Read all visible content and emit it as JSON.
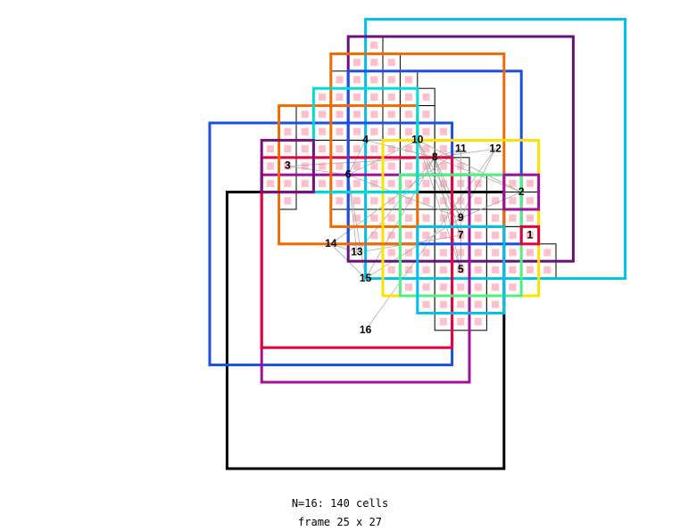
{
  "caption": {
    "line1": "N=16: 140 cells",
    "line2": "frame 25 x 27"
  },
  "diagram": {
    "cell_color": "#ffc0cb",
    "grid_line_color": "#000000",
    "connector_color": "#aaaaaa",
    "squares": [
      {
        "label": "1",
        "color": "#e8003c",
        "col": 18,
        "row": 11,
        "size": 1
      },
      {
        "label": "2",
        "color": "#a0109a",
        "col": 17,
        "row": 8,
        "size": 2
      },
      {
        "label": "3",
        "color": "#7a1080",
        "col": 3,
        "row": 6,
        "size": 3
      },
      {
        "label": "4",
        "color": "#00dcd8",
        "col": 6,
        "row": 3,
        "size": 6
      },
      {
        "label": "5",
        "color": "#00c0e8",
        "col": 12,
        "row": 11,
        "size": 5
      },
      {
        "label": "6",
        "color": "#f06a00",
        "col": 4,
        "row": 4,
        "size": 8
      },
      {
        "label": "7",
        "color": "#50f080",
        "col": 11,
        "row": 8,
        "size": 7
      },
      {
        "label": "8",
        "color": "#1a50e0",
        "col": 8,
        "row": 2,
        "size": 10
      },
      {
        "label": "9",
        "color": "#ffe000",
        "col": 10,
        "row": 6,
        "size": 9
      },
      {
        "label": "10",
        "color": "#f06a00",
        "col": 7,
        "row": 1,
        "size": 10
      },
      {
        "label": "11",
        "color": "#6a1080",
        "col": 8,
        "row": 0,
        "size": 13
      },
      {
        "label": "12",
        "color": "#00c0e8",
        "col": 9,
        "row": -1,
        "size": 15
      },
      {
        "label": "13",
        "color": "#e8003c",
        "col": 3,
        "row": 7,
        "size": 11
      },
      {
        "label": "14",
        "color": "#1a50e0",
        "col": 0,
        "row": 5,
        "size": 14
      },
      {
        "label": "15",
        "color": "#a0109a",
        "col": 3,
        "row": 8,
        "size": 12
      },
      {
        "label": "16",
        "color": "#000000",
        "col": 1,
        "row": 9,
        "size": 16
      }
    ],
    "cells": [
      [
        9,
        0
      ],
      [
        8,
        1
      ],
      [
        9,
        1
      ],
      [
        10,
        1
      ],
      [
        7,
        2
      ],
      [
        8,
        2
      ],
      [
        9,
        2
      ],
      [
        10,
        2
      ],
      [
        11,
        2
      ],
      [
        6,
        3
      ],
      [
        7,
        3
      ],
      [
        8,
        3
      ],
      [
        9,
        3
      ],
      [
        10,
        3
      ],
      [
        11,
        3
      ],
      [
        12,
        3
      ],
      [
        5,
        4
      ],
      [
        6,
        4
      ],
      [
        7,
        4
      ],
      [
        8,
        4
      ],
      [
        9,
        4
      ],
      [
        10,
        4
      ],
      [
        11,
        4
      ],
      [
        12,
        4
      ],
      [
        4,
        5
      ],
      [
        5,
        5
      ],
      [
        6,
        5
      ],
      [
        7,
        5
      ],
      [
        8,
        5
      ],
      [
        9,
        5
      ],
      [
        10,
        5
      ],
      [
        11,
        5
      ],
      [
        12,
        5
      ],
      [
        13,
        5
      ],
      [
        3,
        6
      ],
      [
        4,
        6
      ],
      [
        5,
        6
      ],
      [
        6,
        6
      ],
      [
        7,
        6
      ],
      [
        8,
        6
      ],
      [
        9,
        6
      ],
      [
        10,
        6
      ],
      [
        11,
        6
      ],
      [
        12,
        6
      ],
      [
        13,
        6
      ],
      [
        3,
        7
      ],
      [
        4,
        7
      ],
      [
        5,
        7
      ],
      [
        6,
        7
      ],
      [
        7,
        7
      ],
      [
        8,
        7
      ],
      [
        9,
        7
      ],
      [
        10,
        7
      ],
      [
        11,
        7
      ],
      [
        12,
        7
      ],
      [
        13,
        7
      ],
      [
        14,
        7
      ],
      [
        3,
        8
      ],
      [
        4,
        8
      ],
      [
        5,
        8
      ],
      [
        6,
        8
      ],
      [
        7,
        8
      ],
      [
        8,
        8
      ],
      [
        9,
        8
      ],
      [
        10,
        8
      ],
      [
        11,
        8
      ],
      [
        12,
        8
      ],
      [
        13,
        8
      ],
      [
        14,
        8
      ],
      [
        15,
        8
      ],
      [
        17,
        8
      ],
      [
        18,
        8
      ],
      [
        4,
        9
      ],
      [
        7,
        9
      ],
      [
        8,
        9
      ],
      [
        9,
        9
      ],
      [
        10,
        9
      ],
      [
        11,
        9
      ],
      [
        12,
        9
      ],
      [
        13,
        9
      ],
      [
        14,
        9
      ],
      [
        15,
        9
      ],
      [
        16,
        9
      ],
      [
        17,
        9
      ],
      [
        18,
        9
      ],
      [
        8,
        10
      ],
      [
        9,
        10
      ],
      [
        10,
        10
      ],
      [
        11,
        10
      ],
      [
        12,
        10
      ],
      [
        13,
        10
      ],
      [
        14,
        10
      ],
      [
        15,
        10
      ],
      [
        16,
        10
      ],
      [
        17,
        10
      ],
      [
        18,
        10
      ],
      [
        9,
        11
      ],
      [
        10,
        11
      ],
      [
        11,
        11
      ],
      [
        12,
        11
      ],
      [
        13,
        11
      ],
      [
        14,
        11
      ],
      [
        15,
        11
      ],
      [
        16,
        11
      ],
      [
        17,
        11
      ],
      [
        18,
        11
      ],
      [
        10,
        12
      ],
      [
        11,
        12
      ],
      [
        12,
        12
      ],
      [
        13,
        12
      ],
      [
        14,
        12
      ],
      [
        15,
        12
      ],
      [
        16,
        12
      ],
      [
        17,
        12
      ],
      [
        18,
        12
      ],
      [
        19,
        12
      ],
      [
        10,
        13
      ],
      [
        11,
        13
      ],
      [
        12,
        13
      ],
      [
        13,
        13
      ],
      [
        14,
        13
      ],
      [
        15,
        13
      ],
      [
        16,
        13
      ],
      [
        17,
        13
      ],
      [
        18,
        13
      ],
      [
        19,
        13
      ],
      [
        11,
        14
      ],
      [
        12,
        14
      ],
      [
        13,
        14
      ],
      [
        14,
        14
      ],
      [
        15,
        14
      ],
      [
        16,
        14
      ],
      [
        17,
        14
      ],
      [
        12,
        15
      ],
      [
        13,
        15
      ],
      [
        14,
        15
      ],
      [
        15,
        15
      ],
      [
        16,
        15
      ],
      [
        13,
        16
      ],
      [
        14,
        16
      ],
      [
        15,
        16
      ]
    ],
    "links": [
      [
        "4",
        "10"
      ],
      [
        "4",
        "8"
      ],
      [
        "4",
        "6"
      ],
      [
        "6",
        "10"
      ],
      [
        "6",
        "13"
      ],
      [
        "6",
        "15"
      ],
      [
        "6",
        "9"
      ],
      [
        "8",
        "13"
      ],
      [
        "8",
        "15"
      ],
      [
        "8",
        "2"
      ],
      [
        "8",
        "7"
      ],
      [
        "8",
        "9"
      ],
      [
        "8",
        "5"
      ],
      [
        "8",
        "12"
      ],
      [
        "8",
        "11"
      ],
      [
        "10",
        "9"
      ],
      [
        "10",
        "7"
      ],
      [
        "10",
        "2"
      ],
      [
        "10",
        "5"
      ],
      [
        "13",
        "7"
      ],
      [
        "13",
        "14"
      ],
      [
        "15",
        "14"
      ],
      [
        "15",
        "9"
      ],
      [
        "9",
        "5"
      ],
      [
        "9",
        "11"
      ],
      [
        "9",
        "12"
      ],
      [
        "7",
        "5"
      ],
      [
        "7",
        "11"
      ],
      [
        "3",
        "8"
      ],
      [
        "3",
        "6"
      ],
      [
        "16",
        "12"
      ],
      [
        "14",
        "11"
      ],
      [
        "2",
        "9"
      ]
    ]
  }
}
